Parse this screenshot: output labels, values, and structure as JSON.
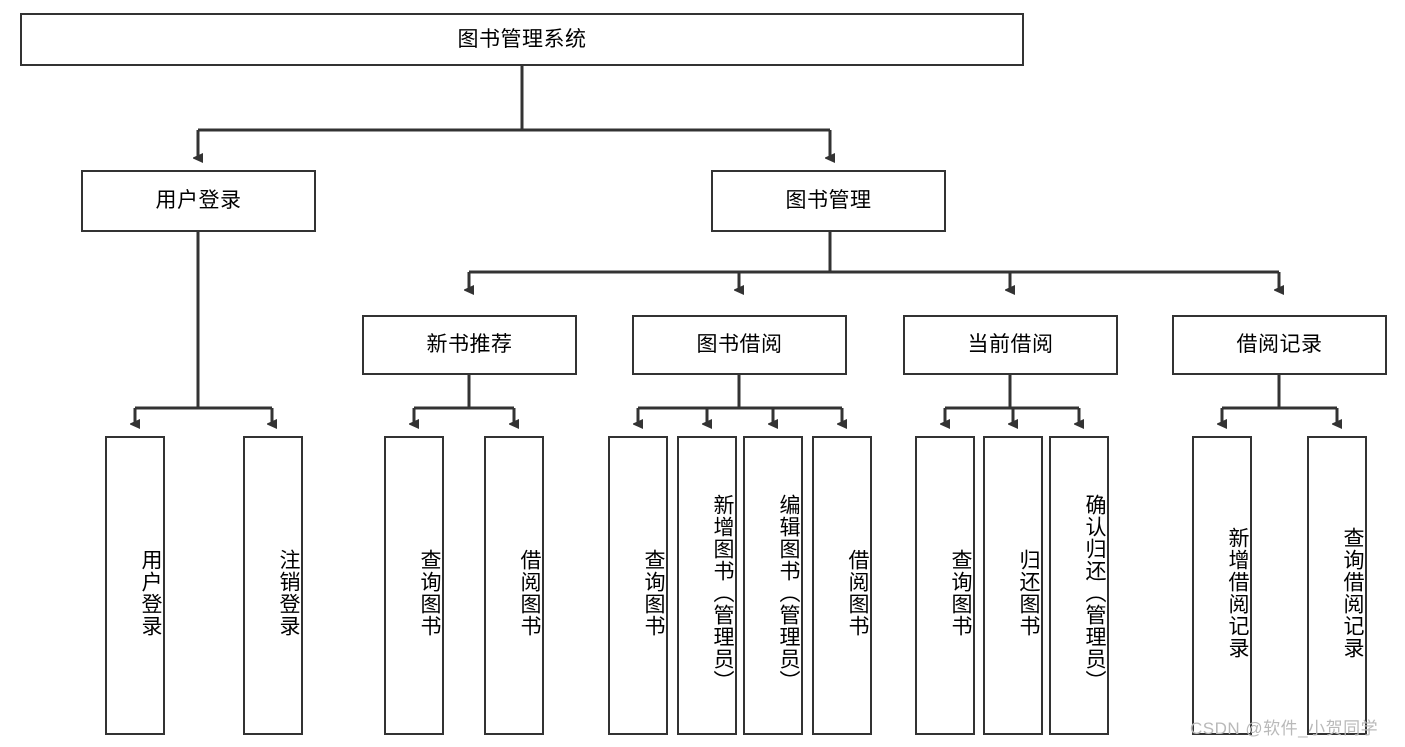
{
  "diagram": {
    "type": "tree-hierarchy-chart",
    "title": "图书管理系统",
    "levels": {
      "root": {
        "label": "图书管理系统"
      },
      "level2": [
        {
          "id": "user-login",
          "label": "用户登录"
        },
        {
          "id": "book-manage",
          "label": "图书管理"
        }
      ],
      "level3": [
        {
          "id": "new-book-recommend",
          "label": "新书推荐",
          "parent": "book-manage"
        },
        {
          "id": "book-borrow",
          "label": "图书借阅",
          "parent": "book-manage"
        },
        {
          "id": "current-borrow",
          "label": "当前借阅",
          "parent": "book-manage"
        },
        {
          "id": "borrow-record",
          "label": "借阅记录",
          "parent": "book-manage"
        }
      ],
      "leaves": [
        {
          "id": "leaf-user-login",
          "label": "用户登录",
          "parent": "user-login"
        },
        {
          "id": "leaf-logout-login",
          "label": "注销登录",
          "parent": "user-login"
        },
        {
          "id": "leaf-query-book-1",
          "label": "查询图书",
          "parent": "new-book-recommend"
        },
        {
          "id": "leaf-borrow-book-1",
          "label": "借阅图书",
          "parent": "new-book-recommend"
        },
        {
          "id": "leaf-query-book-2",
          "label": "查询图书",
          "parent": "book-borrow"
        },
        {
          "id": "leaf-add-book",
          "label": "新增图书（管理员）",
          "parent": "book-borrow"
        },
        {
          "id": "leaf-edit-book",
          "label": "编辑图书（管理员）",
          "parent": "book-borrow"
        },
        {
          "id": "leaf-borrow-book-2",
          "label": "借阅图书",
          "parent": "book-borrow"
        },
        {
          "id": "leaf-query-book-3",
          "label": "查询图书",
          "parent": "current-borrow"
        },
        {
          "id": "leaf-return-book",
          "label": "归还图书",
          "parent": "current-borrow"
        },
        {
          "id": "leaf-confirm-return",
          "label": "确认归还（管理员）",
          "parent": "current-borrow"
        },
        {
          "id": "leaf-add-record",
          "label": "新增借阅记录",
          "parent": "borrow-record"
        },
        {
          "id": "leaf-query-record",
          "label": "查询借阅记录",
          "parent": "borrow-record"
        }
      ]
    },
    "colors": {
      "border": "#333333",
      "background": "#ffffff",
      "text": "#000000",
      "watermark": "#b9b9b9"
    }
  },
  "watermark": {
    "text": "CSDN @软件_小贺同学"
  }
}
